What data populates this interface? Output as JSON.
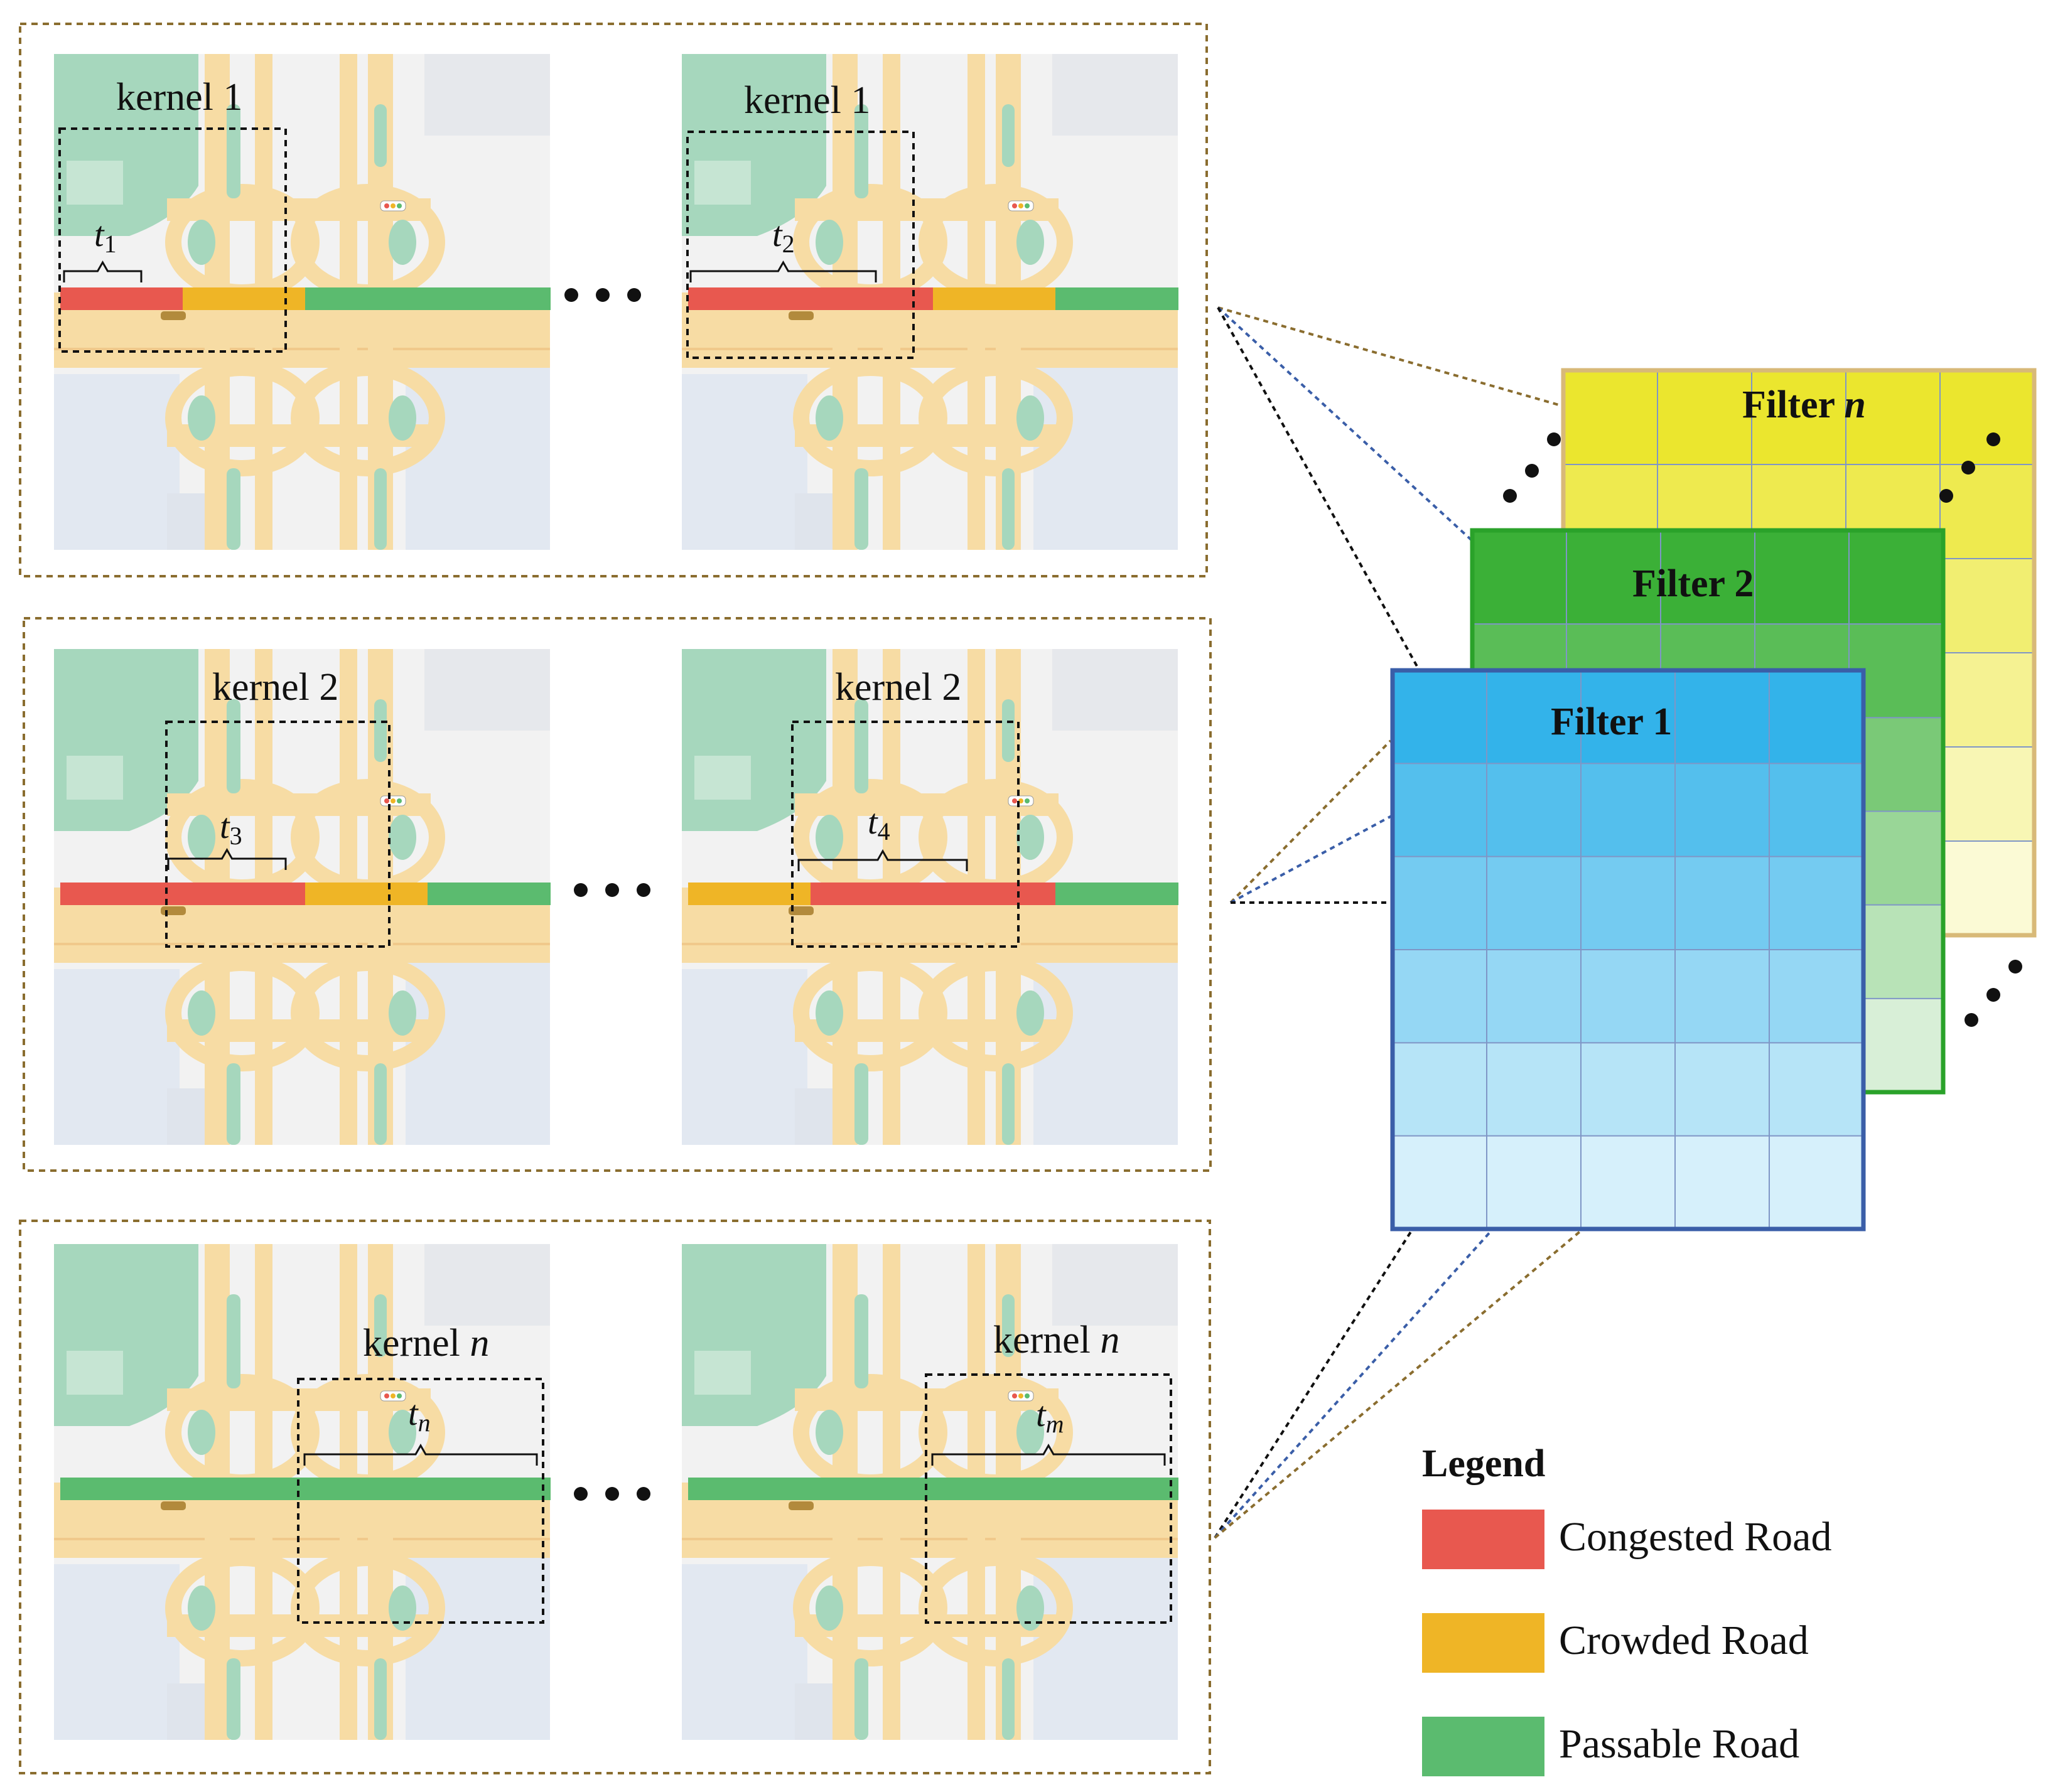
{
  "panels": [
    {
      "kernel": "kernel",
      "kernel_num": "1",
      "maps": [
        {
          "time_base": "t",
          "time_sub": "1",
          "segments": [
            "congested",
            "crowded",
            "passable",
            "passable"
          ]
        },
        {
          "time_base": "t",
          "time_sub": "2",
          "segments": [
            "congested",
            "congested",
            "crowded",
            "passable"
          ]
        }
      ]
    },
    {
      "kernel": "kernel",
      "kernel_num": "2",
      "maps": [
        {
          "time_base": "t",
          "time_sub": "3",
          "segments": [
            "congested",
            "congested",
            "crowded",
            "passable"
          ]
        },
        {
          "time_base": "t",
          "time_sub": "4",
          "segments": [
            "crowded",
            "congested",
            "congested",
            "passable"
          ]
        }
      ]
    },
    {
      "kernel": "kernel",
      "kernel_num": "n",
      "maps": [
        {
          "time_base": "t",
          "time_sub": "n",
          "segments": [
            "passable",
            "passable",
            "passable",
            "passable"
          ]
        },
        {
          "time_base": "t",
          "time_sub": "m",
          "segments": [
            "passable",
            "passable",
            "passable",
            "passable"
          ]
        }
      ]
    }
  ],
  "filters": [
    {
      "prefix": "Filter",
      "num": "n",
      "color": "#ebe62e",
      "border": "#d8b978"
    },
    {
      "prefix": "Filter",
      "num": "2",
      "color": "#3bb037",
      "border": "#2aa22a"
    },
    {
      "prefix": "Filter",
      "num": "1",
      "color": "#33b3ea",
      "border": "#3a5ea8"
    }
  ],
  "legend": {
    "title": "Legend",
    "items": [
      {
        "label": "Congested Road",
        "color": "#e8584f"
      },
      {
        "label": "Crowded Road",
        "color": "#efb526"
      },
      {
        "label": "Passable Road",
        "color": "#5bbb6f"
      }
    ]
  },
  "colors": {
    "congested": "#e8584f",
    "crowded": "#efb526",
    "passable": "#5bbb6f",
    "road": "#f7dca4",
    "park": "#a6d7bd",
    "block": "#e2e8f1",
    "map_bg": "#f2f2f2",
    "panel_border": "#8a6d2f"
  }
}
